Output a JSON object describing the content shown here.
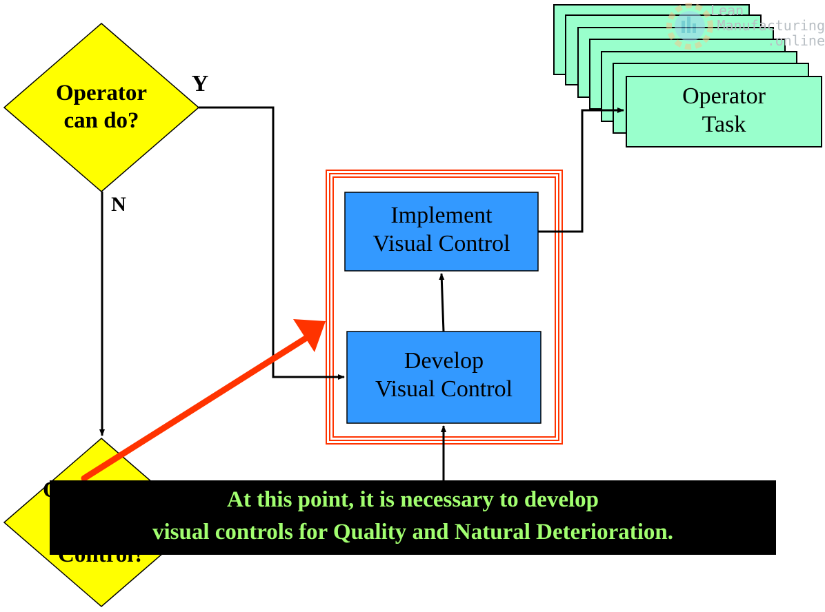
{
  "diagram": {
    "decision_operator": {
      "line1": "Operator",
      "line2": "can do?"
    },
    "decision_quality": {
      "line1": "Q",
      "line2": "Control?"
    },
    "label_yes": "Y",
    "label_no": "N",
    "box_implement": {
      "line1": "Implement",
      "line2": "Visual Control"
    },
    "box_develop": {
      "line1": "Develop",
      "line2": "Visual Control"
    },
    "operator_task": {
      "line1": "Operator",
      "line2": "Task"
    }
  },
  "watermark": {
    "line1": "Lean",
    "line2": "Manufacturing",
    "line3": ".online"
  },
  "banner": {
    "line1": "At this point, it is necessary to develop",
    "line2": "visual controls for Quality and Natural Deterioration."
  },
  "colors": {
    "decision_fill": "#ffff00",
    "process_fill": "#3399ff",
    "task_fill": "#99ffcc",
    "highlight_frame": "#ff3300",
    "pointer_arrow": "#ff3300",
    "banner_bg": "#000000",
    "banner_text": "#a2ff70"
  }
}
